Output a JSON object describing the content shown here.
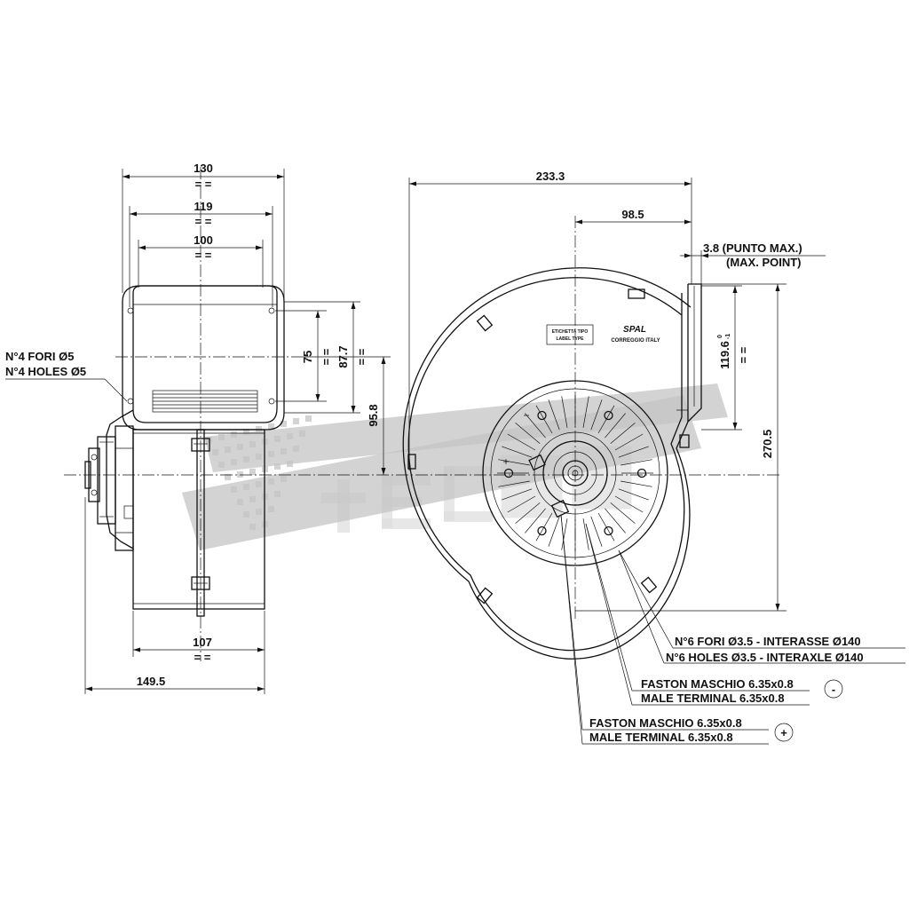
{
  "dimensions": {
    "w130": "130",
    "w119": "119",
    "w100": "100",
    "h75": "75",
    "h87_7": "87.7",
    "h95_8": "95.8",
    "w107": "107",
    "w149_5": "149.5",
    "w233_3": "233.3",
    "w98_5": "98.5",
    "h270_5": "270.5",
    "h119_6": "119.6",
    "h119_6_tol": "0",
    "h119_6_tol2": "-1",
    "sym_equal": "= ="
  },
  "notes": {
    "punto_max": "3.8 (PUNTO MAX.)",
    "max_point": "(MAX. POINT)",
    "fori_it": "N°4 FORI Ø5",
    "holes_en": "N°4 HOLES Ø5",
    "fori6_it": "N°6 FORI Ø3.5 - INTERASSE Ø140",
    "holes6_en": "N°6 HOLES Ø3.5 - INTERAXLE Ø140",
    "faston_neg_it": "FASTON MASCHIO 6.35x0.8",
    "faston_neg_en": "MALE TERMINAL 6.35x0.8",
    "faston_pos_it": "FASTON MASCHIO 6.35x0.8",
    "faston_pos_en": "MALE TERMINAL 6.35x0.8",
    "minus": "-",
    "plus": "+"
  },
  "label": {
    "etichetta": "ETICHETTA TIPO",
    "label_type": "LABEL TYPE",
    "brand": "SPAL",
    "origin": "CORREGGIO   ITALY"
  },
  "watermark": {
    "icon": "dotted-stripes-logo-icon"
  }
}
